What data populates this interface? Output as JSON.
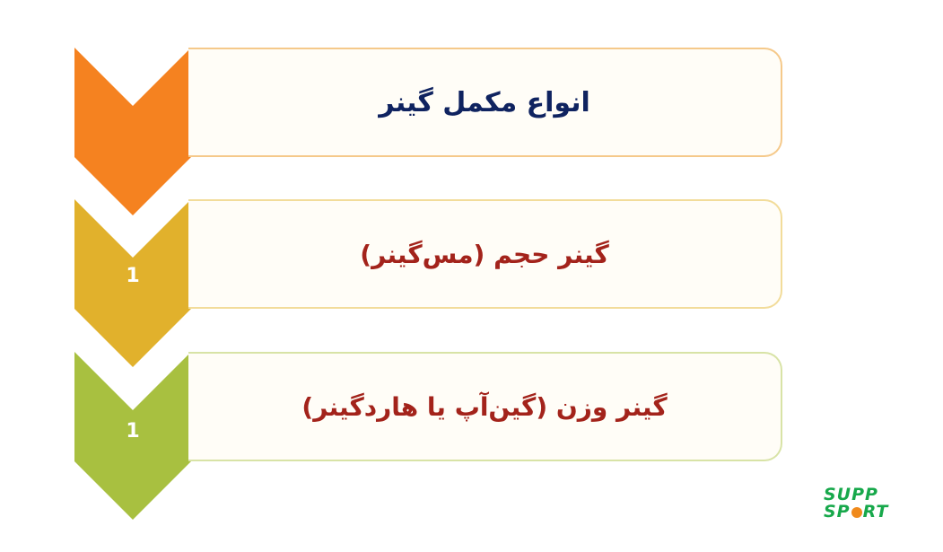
{
  "steps": [
    {
      "text": "انواع مکمل گینر",
      "number": "",
      "color": "#f58220"
    },
    {
      "text": "گینر حجم (مس‌گینر)",
      "number": "1",
      "color": "#e1b12c"
    },
    {
      "text": "گینر وزن (گین‌آپ یا هاردگینر)",
      "number": "1",
      "color": "#a8c040"
    }
  ],
  "logo": {
    "line1": "SUPP",
    "line2_start": "SP",
    "line2_end": "RT"
  }
}
